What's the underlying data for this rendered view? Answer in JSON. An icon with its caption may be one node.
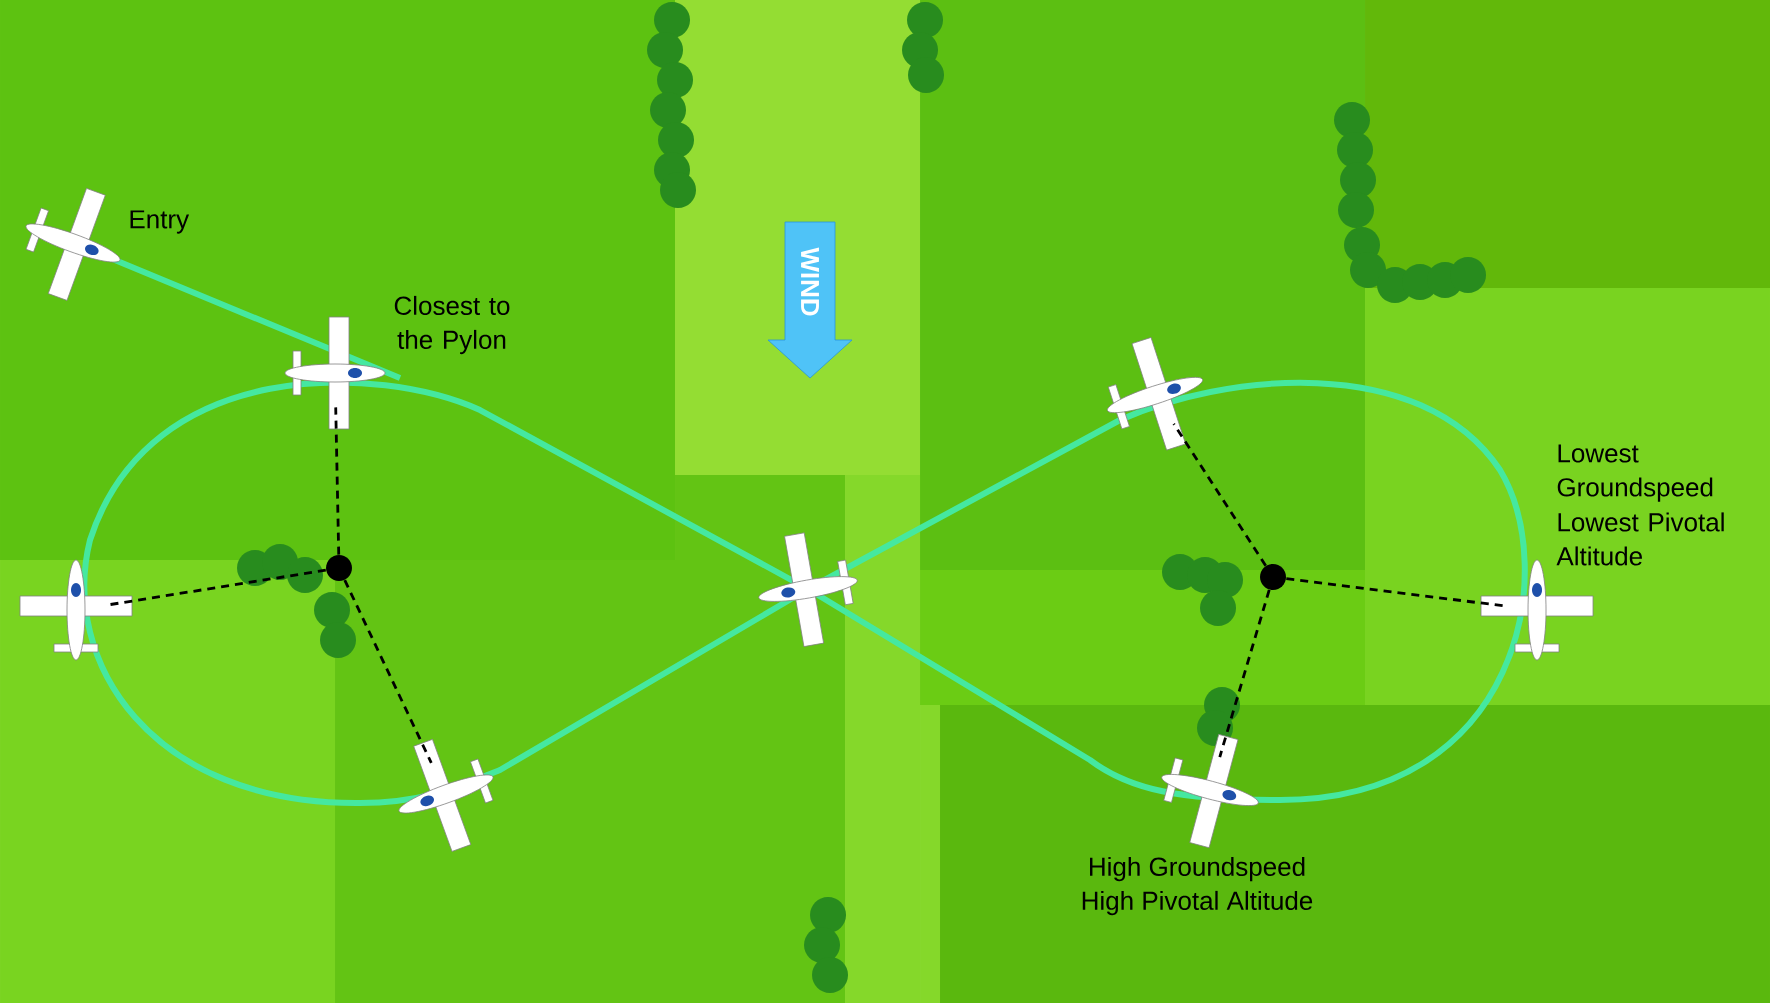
{
  "diagram": {
    "nodes": [
      {
        "text": [],
        "shape": "picture",
        "beside": [
          "Entry"
        ]
      },
      {
        "text": [],
        "shape": "picture",
        "beside": [
          "Closest to the Pylon"
        ]
      },
      {
        "text": [],
        "shape": "picture"
      },
      {
        "text": [],
        "shape": "picture"
      },
      {
        "text": [],
        "shape": "circle"
      },
      {
        "text": [],
        "shape": "picture"
      },
      {
        "text": [],
        "shape": "circle"
      },
      {
        "text": [],
        "shape": "picture",
        "beside": [
          "Lowest Groundspeed",
          "Lowest Pivotal Altitude"
        ]
      },
      {
        "text": [],
        "shape": "picture"
      },
      {
        "text": [],
        "shape": "picture",
        "beside": [
          "High Groundspeed",
          "High Pivotal Altitude"
        ]
      }
    ],
    "edges": [
      {
        "from": 4,
        "to": 1,
        "arrow": "none",
        "style": "dashed"
      },
      {
        "from": 4,
        "to": 3,
        "arrow": "none",
        "style": "dashed"
      },
      {
        "from": 4,
        "to": 8,
        "arrow": "none",
        "style": "dashed"
      },
      {
        "from": 6,
        "to": 2,
        "arrow": "none",
        "style": "dashed"
      },
      {
        "from": 6,
        "to": 7,
        "arrow": "none",
        "style": "dashed"
      },
      {
        "from": 6,
        "to": 9,
        "arrow": "none",
        "style": "dashed"
      }
    ],
    "labels": [
      "WIND"
    ]
  }
}
